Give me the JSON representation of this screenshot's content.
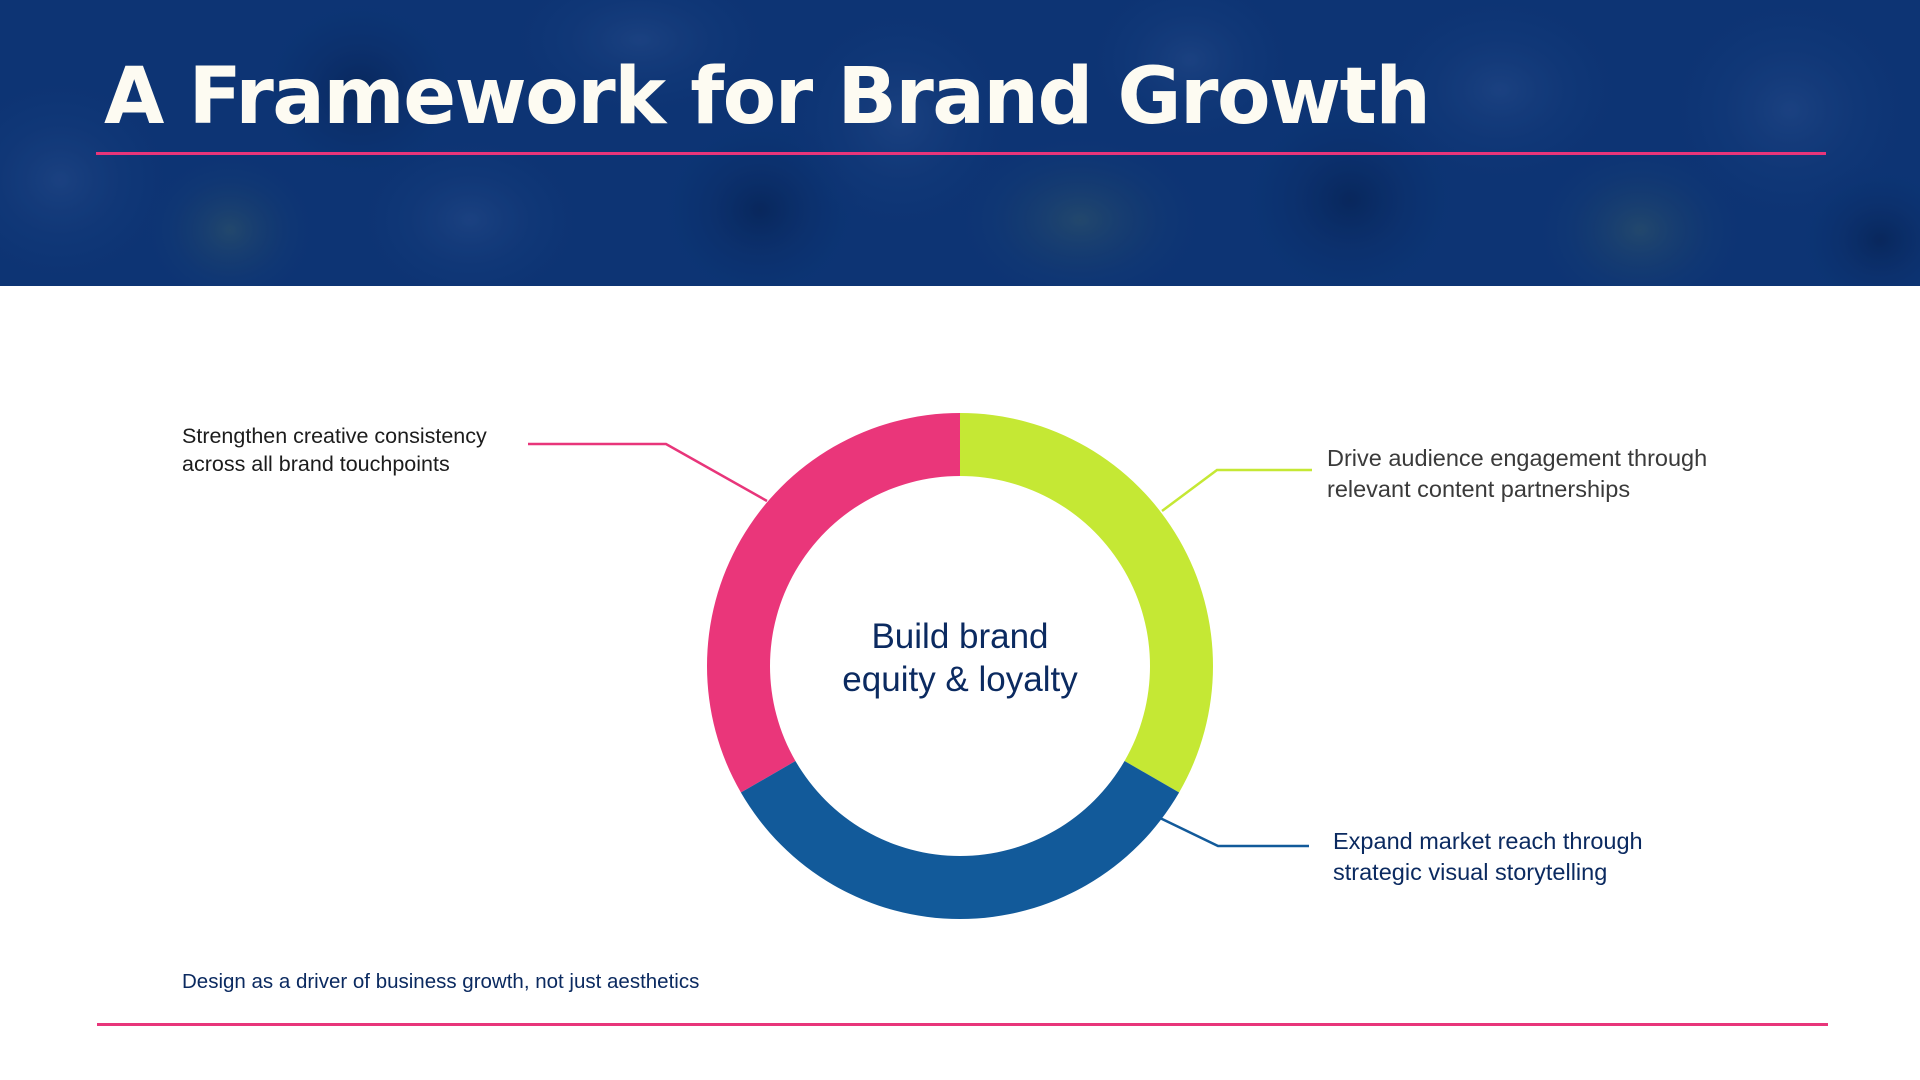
{
  "slide": {
    "title": "A Framework for Brand Growth",
    "center_label_line1": "Build brand",
    "center_label_line2": "equity & loyalty",
    "callout_top_left": {
      "line1": "Strengthen creative consistency",
      "line2": "across all brand touchpoints"
    },
    "callout_top_right": {
      "line1": "Drive audience engagement through",
      "line2": "relevant content partnerships"
    },
    "callout_bottom_right": {
      "line1": "Expand market reach through",
      "line2": "strategic visual storytelling"
    },
    "footnote": "Design as a driver of business growth, not just aesthetics"
  },
  "colors": {
    "header_navy": "#0d3474",
    "accent_pink": "#e8357a",
    "segment_pink": "#ea367a",
    "segment_lime": "#c5e834",
    "segment_blue": "#125a9a",
    "text_navy": "#0b2a60"
  },
  "diagram": {
    "type": "donut",
    "segments": [
      {
        "id": "pink",
        "start_deg": 240,
        "end_deg": 360
      },
      {
        "id": "lime",
        "start_deg": 0,
        "end_deg": 120
      },
      {
        "id": "blue",
        "start_deg": 120,
        "end_deg": 240
      }
    ]
  }
}
